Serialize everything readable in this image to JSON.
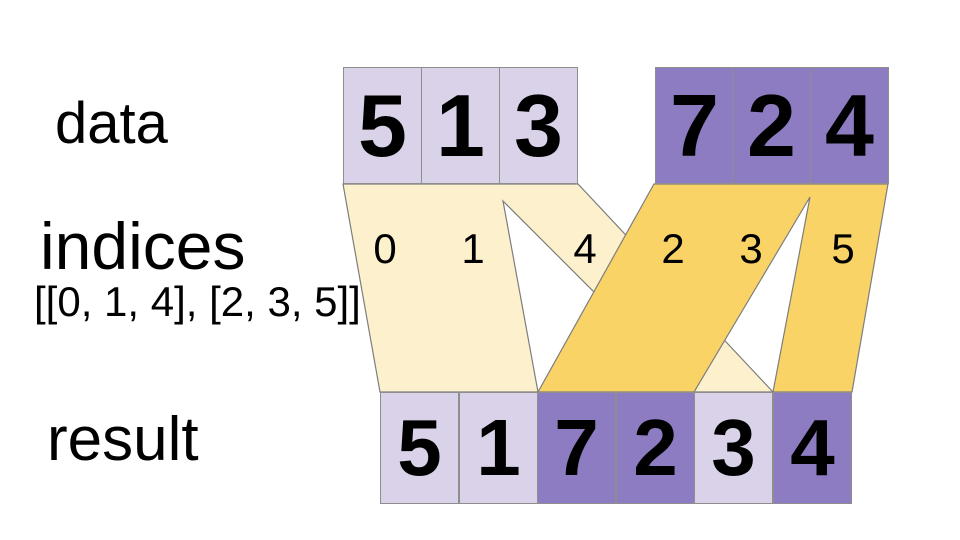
{
  "palette": {
    "light_purple": "#d9d2e9",
    "dark_purple": "#8e7cc3",
    "cream": "#fdf1cd",
    "gold": "#fad366",
    "border": "#8e8e8e",
    "ribbon_stroke": "#7d7d7d"
  },
  "labels": {
    "data": "data",
    "indices": "indices",
    "indices_value": "[[0, 1, 4], [2, 3, 5]]",
    "result": "result"
  },
  "data1": {
    "values": [
      "5",
      "1",
      "3"
    ]
  },
  "data2": {
    "values": [
      "7",
      "2",
      "4"
    ]
  },
  "indices": {
    "values": [
      "0",
      "1",
      "4",
      "2",
      "3",
      "5"
    ]
  },
  "result": {
    "values": [
      "5",
      "1",
      "7",
      "2",
      "3",
      "4"
    ],
    "shades": [
      "light",
      "light",
      "dark",
      "dark",
      "light",
      "dark"
    ]
  }
}
